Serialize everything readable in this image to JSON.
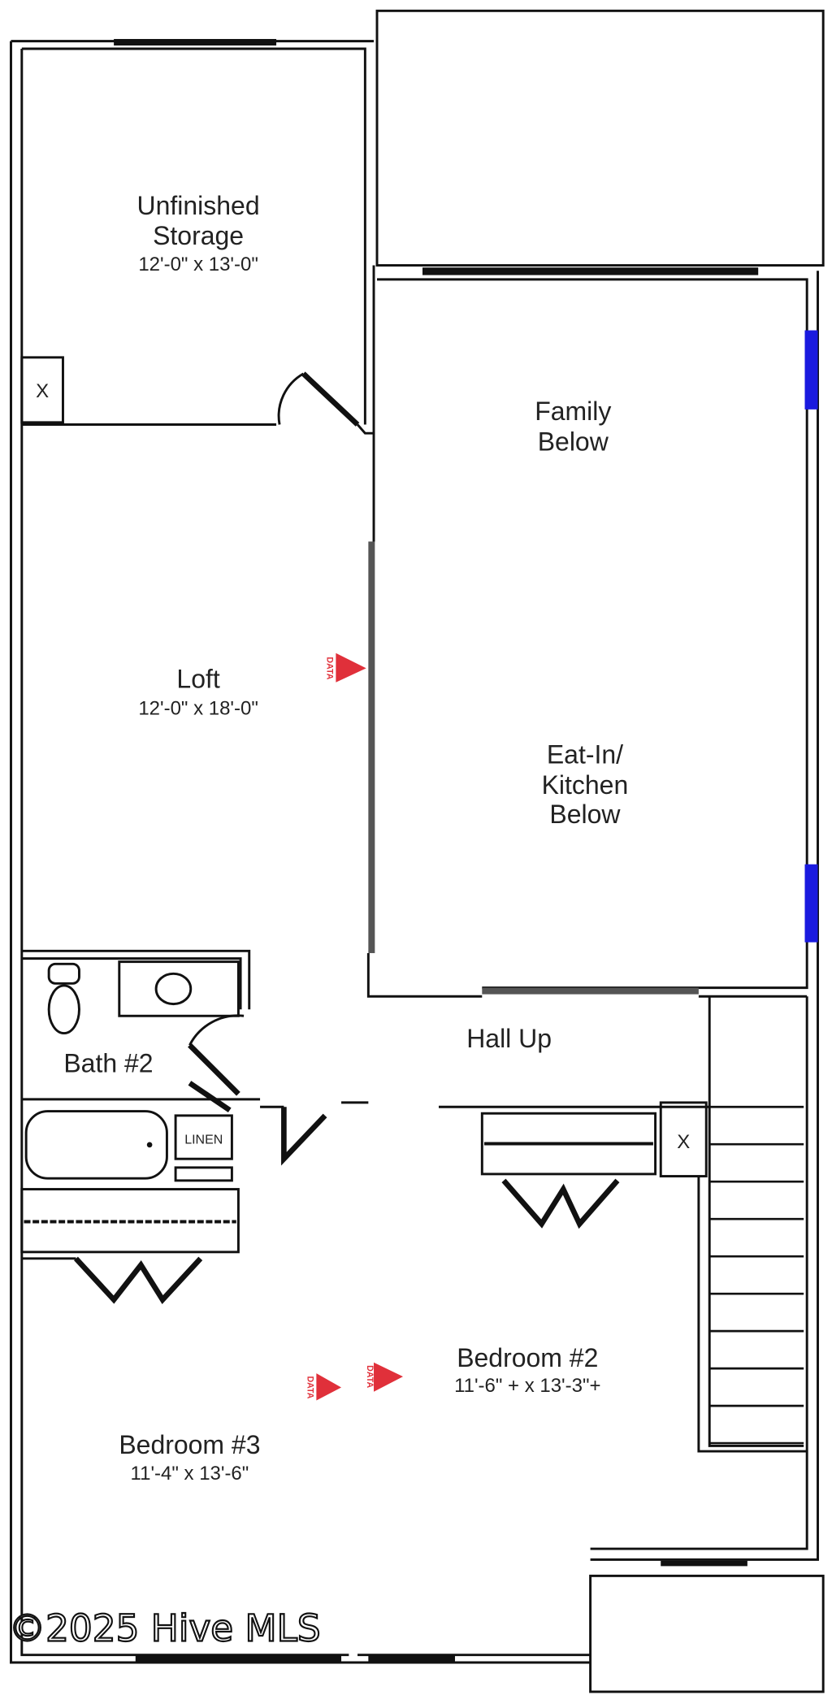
{
  "rooms": {
    "storage": {
      "name_line1": "Unfinished",
      "name_line2": "Storage",
      "dims": "12'-0\" x 13'-0\""
    },
    "family": {
      "name_line1": "Family",
      "name_line2": "Below"
    },
    "loft": {
      "name": "Loft",
      "dims": "12'-0\" x 18'-0\""
    },
    "kitchen": {
      "name_line1": "Eat-In/",
      "name_line2": "Kitchen",
      "name_line3": "Below"
    },
    "hall": {
      "name": "Hall Up"
    },
    "bath": {
      "name": "Bath #2",
      "linen": "LINEN"
    },
    "bedroom2": {
      "name": "Bedroom #2",
      "dims": "11'-6\" + x 13'-3\"+"
    },
    "bedroom3": {
      "name": "Bedroom #3",
      "dims": "11'-4\" x 13'-6\""
    }
  },
  "markers": {
    "label": "DATA"
  },
  "closet_marker": "X",
  "watermark": "©2025 Hive MLS",
  "colors": {
    "wall": "#111111",
    "window_blue": "#1a1adf",
    "marker_red": "#e0303a"
  }
}
